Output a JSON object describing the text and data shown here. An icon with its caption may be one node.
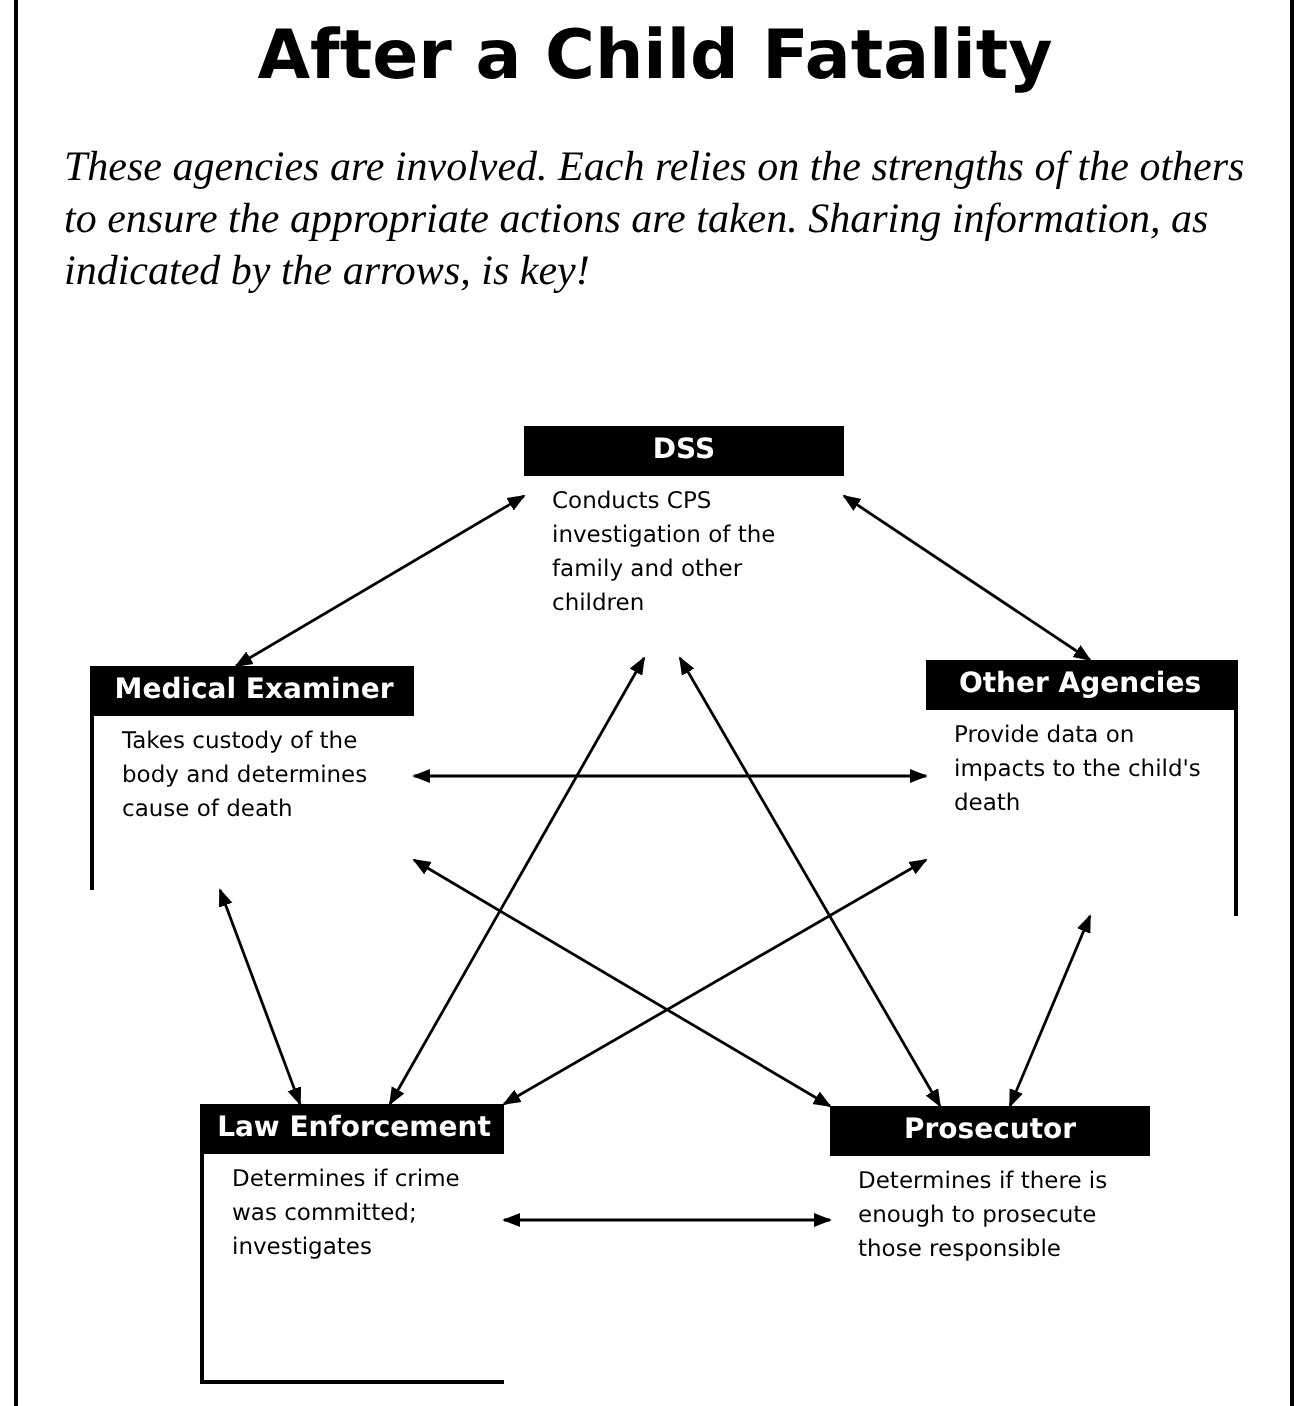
{
  "diagram": {
    "title": "After a Child Fatality",
    "caption": "These agencies are involved. Each relies on the strengths of the others to ensure the appropriate actions are taken. Sharing information, as indicated by the arrows, is key!",
    "nodes": [
      {
        "text": [
          "DSS",
          "Conducts CPS investigation of the family and other children"
        ]
      },
      {
        "text": [
          "Medical Examiner",
          "Takes custody of the body and determines cause of death"
        ]
      },
      {
        "text": [
          "Other Agencies",
          "Provide data on impacts to the child's death"
        ]
      },
      {
        "text": [
          "Law Enforcement",
          "Determines if crime was committed; investigates"
        ]
      },
      {
        "text": [
          "Prosecutor",
          "Determines if there is enough to prosecute those responsible"
        ]
      }
    ],
    "edges": [
      {
        "from": 0,
        "to": 1,
        "arrow": "both"
      },
      {
        "from": 0,
        "to": 2,
        "arrow": "both"
      },
      {
        "from": 0,
        "to": 3,
        "arrow": "both"
      },
      {
        "from": 0,
        "to": 4,
        "arrow": "both"
      },
      {
        "from": 1,
        "to": 2,
        "arrow": "both"
      },
      {
        "from": 1,
        "to": 3,
        "arrow": "both"
      },
      {
        "from": 1,
        "to": 4,
        "arrow": "both"
      },
      {
        "from": 2,
        "to": 3,
        "arrow": "both"
      },
      {
        "from": 2,
        "to": 4,
        "arrow": "both"
      },
      {
        "from": 3,
        "to": 4,
        "arrow": "both"
      }
    ]
  }
}
